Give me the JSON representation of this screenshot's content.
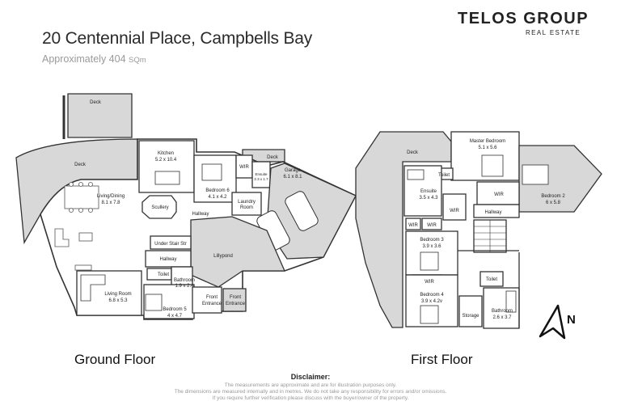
{
  "header": {
    "title": "20 Centennial Place, Campbells Bay",
    "area_text": "Approximately 404",
    "area_unit": "SQm"
  },
  "brand": {
    "name": "TELOS GROUP",
    "sub": "REAL ESTATE"
  },
  "ground_floor": {
    "label": "Ground Floor",
    "rooms": {
      "deck_top": "Deck",
      "deck_left": "Deck",
      "deck_right": "Deck",
      "kitchen": "Kitchen",
      "kitchen_dim": "5.2 x 10.4",
      "living_dining": "Living/Dining",
      "living_dining_dim": "8.1 x 7.8",
      "scullery": "Scullery",
      "bedroom6": "Bedroom 6",
      "bedroom6_dim": "4.1 x 4.2",
      "wir": "WIR",
      "ensuite": "Ensuite",
      "ensuite_dim": "2.3 x 1.7",
      "laundry": "Laundry",
      "laundry2": "Room",
      "hallway_mid": "Hallway",
      "garage": "Garage",
      "garage_dim": "6.1 x 8.1",
      "under_stair": "Under Stair Str",
      "hallway_low": "Hallway",
      "lillypond": "Lillypond",
      "toilet": "Toilet",
      "bathroom": "Bathroom",
      "bathroom_dim": "1.9 x 2.4",
      "living_room": "Living Room",
      "living_room_dim": "6.8 x 5.3",
      "bedroom5": "Bedroom 5",
      "bedroom5_dim": "4 x 4.7",
      "front_entrance_1a": "Front",
      "front_entrance_1b": "Entrance",
      "front_entrance_2a": "Front",
      "front_entrance_2b": "Entrance"
    }
  },
  "first_floor": {
    "label": "First Floor",
    "rooms": {
      "deck": "Deck",
      "master_bedroom": "Master Bedroom",
      "master_bedroom_dim": "5.1 x 5.6",
      "toilet_top": "Toilet",
      "ensuite": "Ensuite",
      "ensuite_dim": "3.5 x 4.3",
      "wir_master": "WIR",
      "wir_left": "WIR",
      "wir_small1": "WIR",
      "wir_small2": "WIR",
      "bedroom2": "Bedroom 2",
      "bedroom2_dim": "6 x 5.8",
      "hallway": "Hallway",
      "bedroom3": "Bedroom 3",
      "bedroom3_dim": "3.9 x 3.6",
      "wir_b4": "WIR",
      "bedroom4": "Bedroom 4",
      "bedroom4_dim": "3.9 x 4.2v",
      "toilet_low": "Toilet",
      "storage": "Storage",
      "bathroom": "Bathroom",
      "bathroom_dim": "2.6 x 3.7"
    }
  },
  "compass": {
    "letter": "N"
  },
  "disclaimer": {
    "title": "Disclaimer:",
    "line1": "The measurements are approximate and are for illustration purposes only.",
    "line2": "The dimensions are measured internally and in metres. We do not take any responsibility for errors and/or omissions.",
    "line3": "If you require further verification please discuss with the buyer/owner of the property."
  }
}
